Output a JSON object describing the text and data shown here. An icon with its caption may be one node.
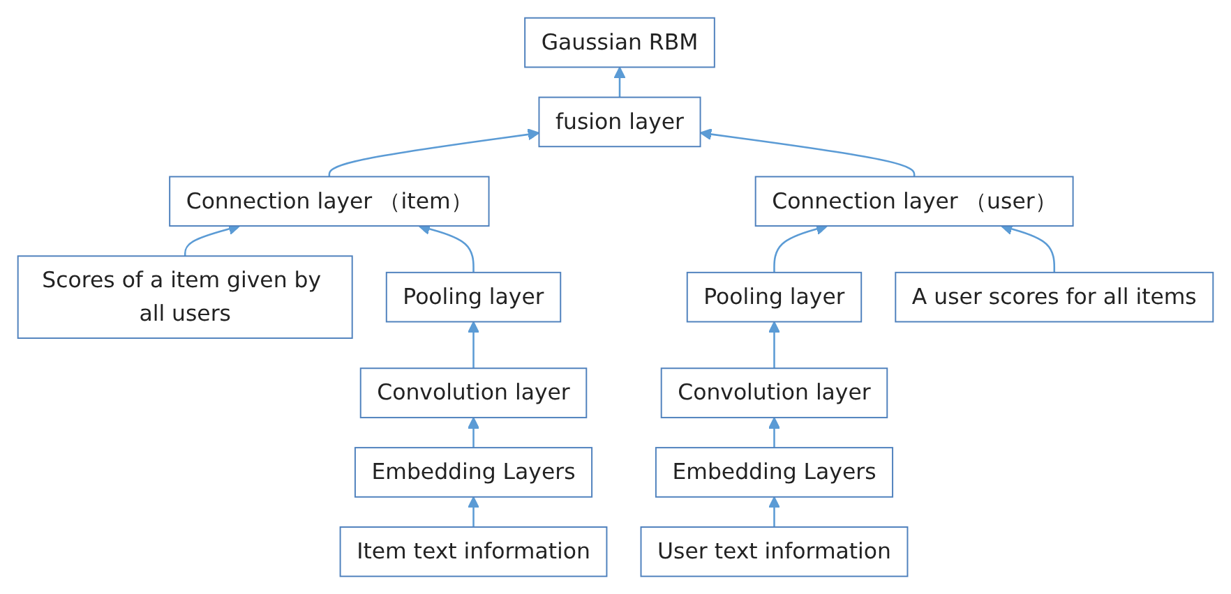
{
  "diagram": {
    "nodes": [
      {
        "text": [
          "Gaussian RBM"
        ]
      },
      {
        "text": [
          "fusion layer"
        ]
      },
      {
        "text": [
          "Connection layer （item）"
        ]
      },
      {
        "text": [
          "Connection layer （user）"
        ]
      },
      {
        "text": [
          "Scores of a item given by all users"
        ]
      },
      {
        "text": [
          "Pooling layer"
        ]
      },
      {
        "text": [
          "Pooling layer"
        ]
      },
      {
        "text": [
          "A user scores for all items"
        ]
      },
      {
        "text": [
          "Convolution layer"
        ]
      },
      {
        "text": [
          "Convolution layer"
        ]
      },
      {
        "text": [
          "Embedding Layers"
        ]
      },
      {
        "text": [
          "Embedding Layers"
        ]
      },
      {
        "text": [
          "Item text information"
        ]
      },
      {
        "text": [
          "User text information"
        ]
      }
    ],
    "edges": [
      {
        "from": 1,
        "to": 0,
        "arrow": "to"
      },
      {
        "from": 2,
        "to": 1,
        "arrow": "to"
      },
      {
        "from": 3,
        "to": 1,
        "arrow": "to"
      },
      {
        "from": 4,
        "to": 2,
        "arrow": "to"
      },
      {
        "from": 5,
        "to": 2,
        "arrow": "to"
      },
      {
        "from": 6,
        "to": 3,
        "arrow": "to"
      },
      {
        "from": 7,
        "to": 3,
        "arrow": "to"
      },
      {
        "from": 8,
        "to": 5,
        "arrow": "to"
      },
      {
        "from": 9,
        "to": 6,
        "arrow": "to"
      },
      {
        "from": 10,
        "to": 8,
        "arrow": "to"
      },
      {
        "from": 11,
        "to": 9,
        "arrow": "to"
      },
      {
        "from": 12,
        "to": 10,
        "arrow": "to"
      },
      {
        "from": 13,
        "to": 11,
        "arrow": "to"
      }
    ]
  }
}
